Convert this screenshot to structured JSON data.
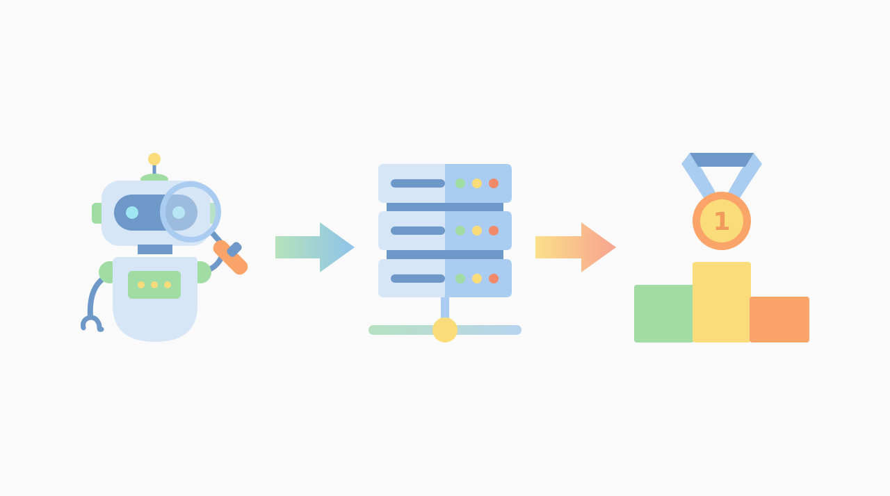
{
  "flow": {
    "steps": [
      {
        "id": "agent",
        "icon": "robot-with-magnifier-icon"
      },
      {
        "id": "database",
        "icon": "server-stack-icon"
      },
      {
        "id": "ranking",
        "icon": "medal-podium-icon"
      }
    ],
    "connectors": [
      {
        "from": "agent",
        "to": "database",
        "icon": "arrow-right-icon",
        "gradient": [
          "#a8dcb0",
          "#8ec3ea"
        ]
      },
      {
        "from": "database",
        "to": "ranking",
        "icon": "arrow-right-icon",
        "gradient": [
          "#fbe08a",
          "#f7a38f"
        ]
      }
    ],
    "medal": {
      "rank_label": "1"
    }
  },
  "colors": {
    "background": "#fafafa",
    "light_blue": "#d6e6f7",
    "mid_blue": "#a9ccf0",
    "dark_blue": "#6e98c8",
    "green": "#a0dca3",
    "yellow": "#fbdc7a",
    "orange": "#fba469",
    "red_dot": "#f08a6a",
    "cyan": "#9fe6f5"
  }
}
